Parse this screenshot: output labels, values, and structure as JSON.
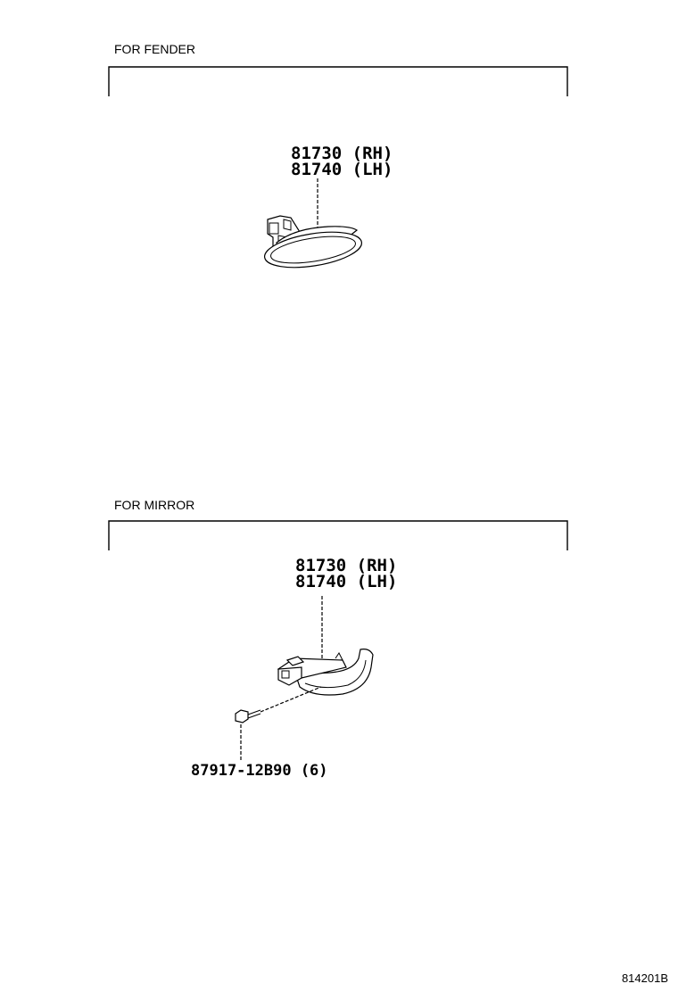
{
  "sections": [
    {
      "title": "FOR FENDER",
      "part_label_rh": "81730 (RH)",
      "part_label_lh": "81740 (LH)"
    },
    {
      "title": "FOR MIRROR",
      "part_label_rh": "81730 (RH)",
      "part_label_lh": "81740 (LH)",
      "screw_label": "87917-12B90 (6)"
    }
  ],
  "diagram_ref": "814201B"
}
